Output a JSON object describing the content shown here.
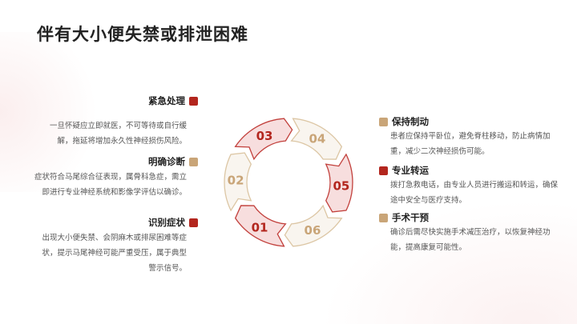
{
  "title": "伴有大小便失禁或排泄困难",
  "left_items": [
    {
      "title": "紧急处理",
      "desc": "一旦怀疑应立即就医，不可等待或自行缓解，拖延将增加永久性神经损伤风险。",
      "color": "red"
    },
    {
      "title": "明确诊断",
      "desc": "症状符合马尾综合征表现，属骨科急症，需立即进行专业神经系统和影像学评估以确诊。",
      "color": "tan"
    },
    {
      "title": "识别症状",
      "desc": "出现大小便失禁、会阴麻木或排尿困难等症状，提示马尾神经可能严重受压，属于典型警示信号。",
      "color": "red"
    }
  ],
  "right_items": [
    {
      "title": "保持制动",
      "desc": "患者应保持平卧位，避免脊柱移动，防止病情加重，减少二次神经损伤可能。",
      "color": "tan"
    },
    {
      "title": "专业转运",
      "desc": "拨打急救电话，由专业人员进行搬运和转运，确保途中安全与医疗支持。",
      "color": "red"
    },
    {
      "title": "手术干预",
      "desc": "确诊后需尽快实施手术减压治疗，以恢复神经功能，提高康复可能性。",
      "color": "tan"
    }
  ],
  "cycle": [
    {
      "label": "05",
      "color": "red"
    },
    {
      "label": "06",
      "color": "tan"
    },
    {
      "label": "01",
      "color": "red"
    },
    {
      "label": "02",
      "color": "tan"
    },
    {
      "label": "03",
      "color": "red"
    },
    {
      "label": "04",
      "color": "tan"
    }
  ],
  "colors": {
    "red": "#b3261e",
    "tan": "#c9a578"
  }
}
